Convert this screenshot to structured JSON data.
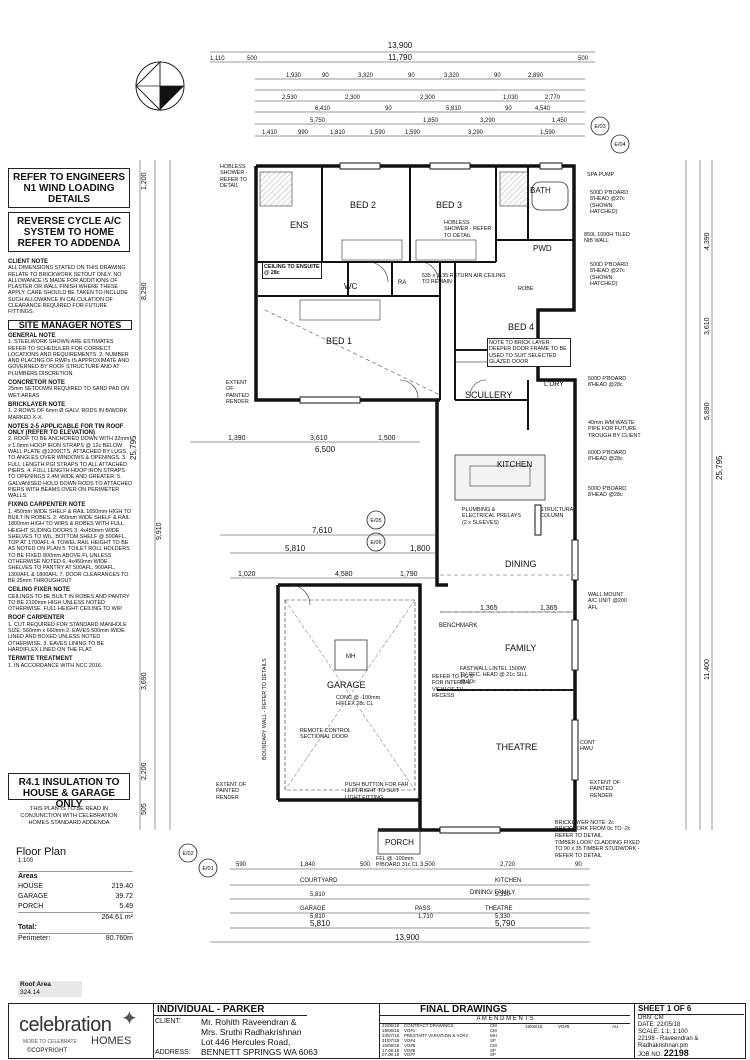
{
  "boxes": {
    "engineers": "REFER TO ENGINEERS N1 WIND LOADING DETAILS",
    "reverse_cycle": "REVERSE CYCLE A/C SYSTEM TO HOME REFER TO ADDENDA",
    "r41": "R4.1 INSULATION TO HOUSE & GARAGE ONLY",
    "plan_note": "THIS PLAN IS TO BE READ IN CONJUNCTION WITH CELEBRATION HOMES STANDARD ADDENDA"
  },
  "left_notes": {
    "client_note_title": "CLIENT NOTE",
    "client_note": "ALL DIMENSIONS STATED ON THIS DRAWING RELATE TO BRICKWORK SETOUT ONLY. NO ALLOWANCE IS MADE FOR ADDITIONS OF PLASTER OR WALL FINISH WHERE THESE APPLY. CARE SHOULD BE TAKEN TO INCLUDE SUCH ALLOWANCE IN CALCULATION OF CLEARANCE REQUIRED FOR FUTURE FITTINGS.",
    "site_manager": "SITE MANAGER NOTES",
    "general_title": "GENERAL NOTE",
    "general": "1. STEELWORK SHOWN ARE ESTIMATES REFER TO SCHEDULER FOR CORRECT LOCATIONS AND REQUIREMENTS. 2. NUMBER AND PLACING OF RWPs IS APPROXIMATE AND GOVERNED BY ROOF STRUCTURE AND AT PLUMBERS DISCRETION.",
    "concretor_title": "CONCRETOR NOTE",
    "concretor": "25mm SETDOWN REQUIRED TO SAND PAD ON WET AREAS",
    "bricklayer_title": "BRICKLAYER NOTE",
    "bricklayer": "1. 2 ROWS OF 6mm Ø GALV. RODS IN B/WORK MARKED X-X.",
    "notes_25_title": "NOTES 2-5 APPLICABLE FOR TIN ROOF ONLY (REFER TO ELEVATION)",
    "notes_25": "2. ROOF TO BE ANCHORED DOWN WITH 32mm x 1.0mm HOOP IRON STRAPS @ 12c BELOW WALL PLATE @1200CTS, ATTACHED BY LUGS TO ANGLES OVER WINDOWS & OPENINGS. 3. FULL LENGTH PGI STRAPS TO ALL ATTACHED PIERS. 4. FULL LENGTH HOOP IRON STRAPS TO OPENINGS 2.4M WIDE AND GREATER. 5. GALVANISED HOLD DOWN RODS TO ATTACHED PIERS WITH BEAMS OVER ON PERIMETER WALLS.",
    "fixing_title": "FIXING CARPENTER NOTE",
    "fixing": "1. 450mm WIDE SHELF & RAIL 1650mm HIGH TO BUILT IN ROBES. 2. 450mm WIDE SHELF & RAIL 1800mm HIGH TO WIRS & ROBES WITH FULL HEIGHT SLIDING DOORS 3. 4x450mm WIDE SHELVES TO WIL, BOTTOM SHELF @ 500AFL, TOP AT 1700AFL 4. TOWEL RAIL HEIGHT TO BE AS NOTED ON PLAN 5. TOILET ROLL HOLDERS TO BE FIXED 800mm ABOVE FL UNLESS OTHERWISE NOTED 6. 4x450mm WIDE SHELVES TO PANTRY AT 500AFL, 900AFL, 1300AFL & 1800AFL 7. DOOR CLEARANCES TO BE 25mm THROUGHOUT",
    "ceiling_title": "CEILING FIXER NOTE",
    "ceiling": "CEILINGS TO BE BUILT IN ROBES AND PANTRY TO BE 2100mm HIGH UNLESS NOTED OTHERWISE. FULL HEIGHT CEILING TO WIP.",
    "roof_title": "ROOF CARPENTER",
    "roof": "1. CUT REQUIRED FOR STANDARD MANHOLE SIZE: 560mm x 660mm 2. EAVES 500mm WIDE LINED AND BOXED UNLESS NOTED OTHERWISE. 3. EAVES LINING TO BE HARDIFLEX LINED ON THE FLAT.",
    "termite_title": "TERMITE TREATMENT",
    "termite": "1. IN ACCORDANCE WITH NCC 2016."
  },
  "rooms": {
    "bed2": "BED 2",
    "bed3": "BED 3",
    "bath": "BATH",
    "ens": "ENS",
    "pwd": "PWD",
    "wc": "WC",
    "bed1": "BED 1",
    "bed4": "BED 4",
    "scullery": "SCULLERY",
    "ldry": "L'DRY",
    "kitchen": "KITCHEN",
    "dining": "DINING",
    "family": "FAMILY",
    "garage": "GARAGE",
    "theatre": "THEATRE",
    "porch": "PORCH",
    "robe": "ROBE",
    "benchmark": "BENCHMARK",
    "ra": "RA",
    "mh": "MH"
  },
  "dims_top": {
    "overall": "13,900",
    "row1": [
      "1,110",
      "500",
      "11,790",
      "500"
    ],
    "row2": [
      "1,930",
      "90",
      "3,320",
      "90",
      "3,320",
      "90",
      "2,890"
    ],
    "row3": [
      "2,530",
      "2,300",
      "2,300",
      "1,030",
      "2,770"
    ],
    "row4": [
      "6,410",
      "90",
      "5,810",
      "90",
      "4,540"
    ],
    "row5": [
      "5,750",
      "1,850",
      "3,290",
      "1,450"
    ],
    "row6": [
      "1,410",
      "990",
      "1,810",
      "1,590",
      "1,590",
      "3,290",
      "1,590"
    ]
  },
  "dims_mid": {
    "d6500": "6,500",
    "d7610": "7,610",
    "d5810": "5,810",
    "d1800": "1,800",
    "d1390": "1,390",
    "d3610": "3,610",
    "d1500": "1,500",
    "d1020": "1,020",
    "d4580": "4,580",
    "d1790": "1,790",
    "d1365a": "1,365",
    "d1365b": "1,365"
  },
  "dims_left": [
    "1,200",
    "8,290",
    "25,795",
    "9,910",
    "3,690",
    "2,200",
    "505"
  ],
  "dims_right": [
    "4,390",
    "3,610",
    "5,890",
    "25,795",
    "11,400"
  ],
  "dims_bottom": {
    "row1": [
      "590",
      "1,840",
      "500",
      "3,500",
      "2,720",
      "90"
    ],
    "row2": [
      "5,810",
      "5,330"
    ],
    "row3": [
      "5,810",
      "1,710",
      "5,330"
    ],
    "overall1": [
      "5,810",
      "5,790"
    ],
    "overall2": "13,900",
    "labels": [
      "COURTYARD",
      "KITCHEN",
      "DINING/ FAMILY",
      "GARAGE",
      "PASS",
      "THEATRE"
    ]
  },
  "floor_plan": {
    "title": "Floor Plan",
    "scale": "1:100",
    "areas_title": "Areas",
    "rows": [
      {
        "label": "HOUSE",
        "value": "219.40"
      },
      {
        "label": "GARAGE",
        "value": "39.72"
      },
      {
        "label": "PORCH",
        "value": "5.49"
      }
    ],
    "total_value": "264.61 m²",
    "total_label": "Total:",
    "perimeter_label": "Perimeter:",
    "perimeter_value": "80.760m",
    "roof_title": "Roof Area",
    "roof_value": "324.14"
  },
  "title_block": {
    "logo_main": "celebration",
    "logo_sub": "MORE TO CELEBRATE",
    "logo_homes": "HOMES",
    "copyright": "©COPYRIGHT",
    "project": "INDIVIDUAL - PARKER",
    "stage": "FINAL DRAWINGS",
    "client_label": "CLIENT:",
    "client_1": "Mr. Rohith Raveendran &",
    "client_2": "Mrs. Sruthi Radhakrishnan",
    "address_label": "ADDRESS:",
    "address_1": "Lot 446 Hercules Road,",
    "address_2": "BENNETT SPRINGS WA 6063",
    "amendments": "A M E N D M E N T S",
    "amend_rows": [
      {
        "date": "22/05/18",
        "desc": "CONTRACT DRAWINGS",
        "by": "CM"
      },
      {
        "date": "19/06/18",
        "desc": "VO#1",
        "by": "CM"
      },
      {
        "date": "23/07/18",
        "desc": "PRESTART VARIATION & VO#3",
        "by": "MH"
      },
      {
        "date": "31/07/18",
        "desc": "VO#4",
        "by": "SP"
      },
      {
        "date": "16/08/18",
        "desc": "VO#5",
        "by": "CM"
      },
      {
        "date": "17.08.18",
        "desc": "VO#6",
        "by": "SP"
      },
      {
        "date": "07.09.18",
        "desc": "VO#7",
        "by": "SP"
      }
    ],
    "amend_extra": [
      "19/06/18",
      "VO#8"
    ],
    "au": "AU",
    "sheet": "SHEET 1 OF 6",
    "drn": "DRN:  CM",
    "date": "DATE:  22/05/18",
    "scale": "SCALE: 1:1, 1:100",
    "file": "22198 - Raveendran & Radhakrishnan.pln",
    "job_label": "JOB NO:",
    "job_no": "22198"
  },
  "annotations": {
    "spa_pump": "SPA PUMP",
    "pboard_1": "500D P'BOARD 8'HEAD @27c (SHOWN HATCHED)",
    "pboard_2": "500D P'BOARD 8'HEAD @27c (SHOWN HATCHED)",
    "niblick": "850L 1000H TILED NIB WALL",
    "pboard_3": "500D P'BOARD 8'HEAD @28c",
    "waste_pipe": "40mm WM WASTE PIPE FOR FUTURE TROUGH BY CLIENT",
    "pboard_4": "600D P'BOARD 8'HEAD @28c",
    "pboard_5": "500D P'BOARD 8'HEAD @28c",
    "wall_mount": "WALL MOUNT A/C UNIT @200 AFL",
    "return_air": "535 x 1135 RETURN AIR CEILING TO REMAIN",
    "brick_note": "NOTE TO BRICK LAYER: DEEPER DOOR FRAME TO BE USED TO SUIT SELECTED GLAZED DOOR",
    "hobless_1": "HOBLESS SHOWER - REFER TO DETAIL",
    "hobless_2": "HOBLESS SHOWER - REFER TO DETAIL",
    "ceiling_ens": "CEILING TO ENSUITE @ 28c",
    "extent_1": "EXTENT OF PAINTED RENDER",
    "extent_2": "EXTENT OF PAINTED RENDER",
    "extent_3": "EXTENT OF PAINTED RENDER",
    "bricklayer": "BRICKLAYER NOTE: 2c BRICKWORK FROM 0c TO -2c REFER TO DETAIL",
    "timber": "TIMBER LOOK' CLADDING FIXED TO 90 x 35 TIMBER STUDWORK - REFER TO DETAIL",
    "fastwall": "FASTWALL LINTEL 1500W TV REC. HEAD @ 21c SILL @ 10c",
    "pg6": "REFER TO PG 6 FOR INTERNAL VIEW OF TV-RECESS",
    "plumbing": "PLUMBING & ELECTRICAL PRELAYS (2 x SLEEVES)",
    "structural": "STRUCTURAL COLUMN",
    "cont_hwu": "CONT HWU",
    "remote": "REMOTE CONTROL SECTIONAL DOOR",
    "push_button": "PUSH BUTTON FOR FAR LEFT/RIGHT TO SUIT LIGHT FITTING",
    "boundary": "BOUNDARY WALL - REFER TO DETAILS",
    "garage_slab": "CONC @ -100mm H/FLEX 28c CL",
    "porch_fl": "FFL @ -100mm P/BOARD 31c CL"
  },
  "markers": [
    "E/03",
    "E/04",
    "E/05",
    "E/06",
    "E/02",
    "E/01"
  ]
}
